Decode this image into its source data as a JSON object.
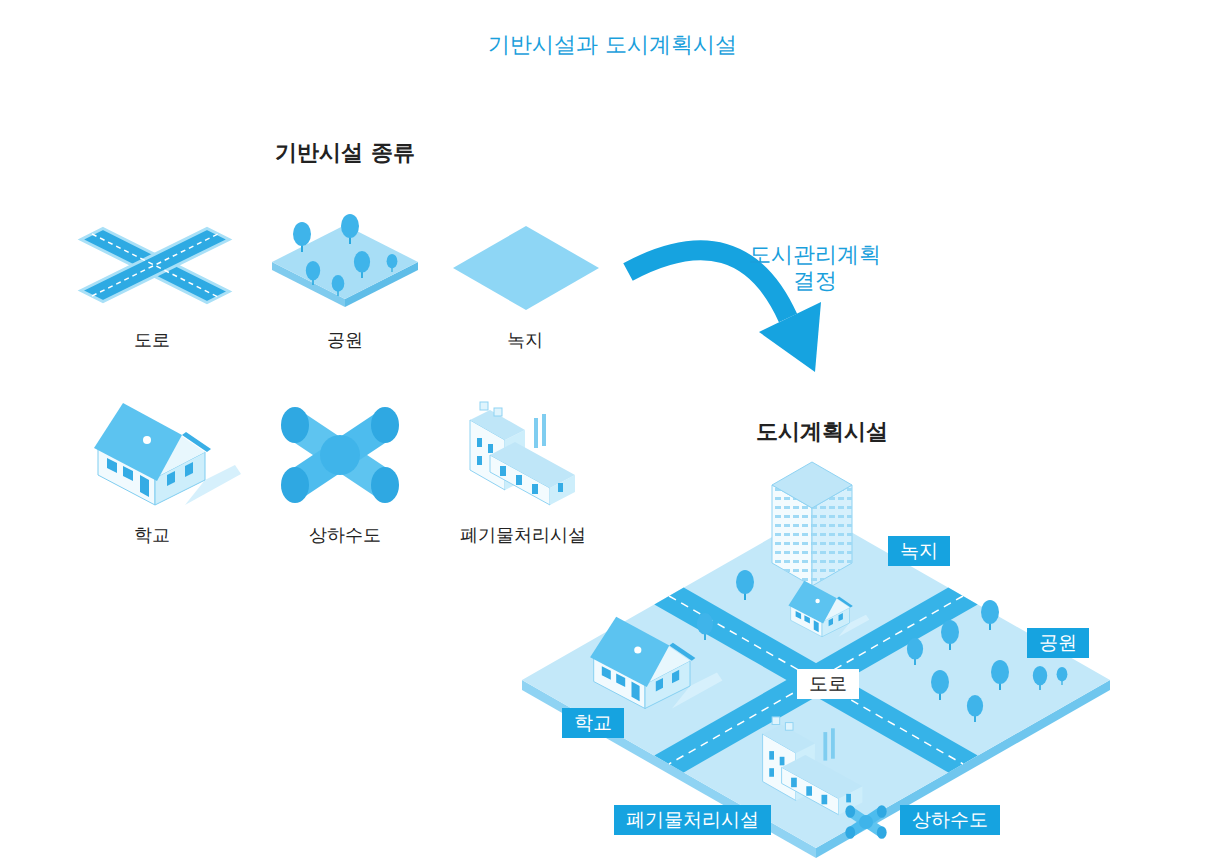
{
  "diagram": {
    "title": "기반시설과 도시계획시설",
    "nodes": [
      {
        "text": [
          "녹지"
        ]
      },
      {
        "text": [
          "공원"
        ]
      },
      {
        "text": [
          "도로"
        ]
      },
      {
        "text": [
          "학교"
        ]
      },
      {
        "text": [
          "폐기물처리시설"
        ]
      },
      {
        "text": [
          "상하수도"
        ]
      }
    ],
    "labels": [
      "기반시설 종류",
      "도로",
      "공원",
      "녹지",
      "학교",
      "상하수도",
      "폐기물처리시설",
      "도시관리계획 결정",
      "도시계획시설"
    ]
  }
}
